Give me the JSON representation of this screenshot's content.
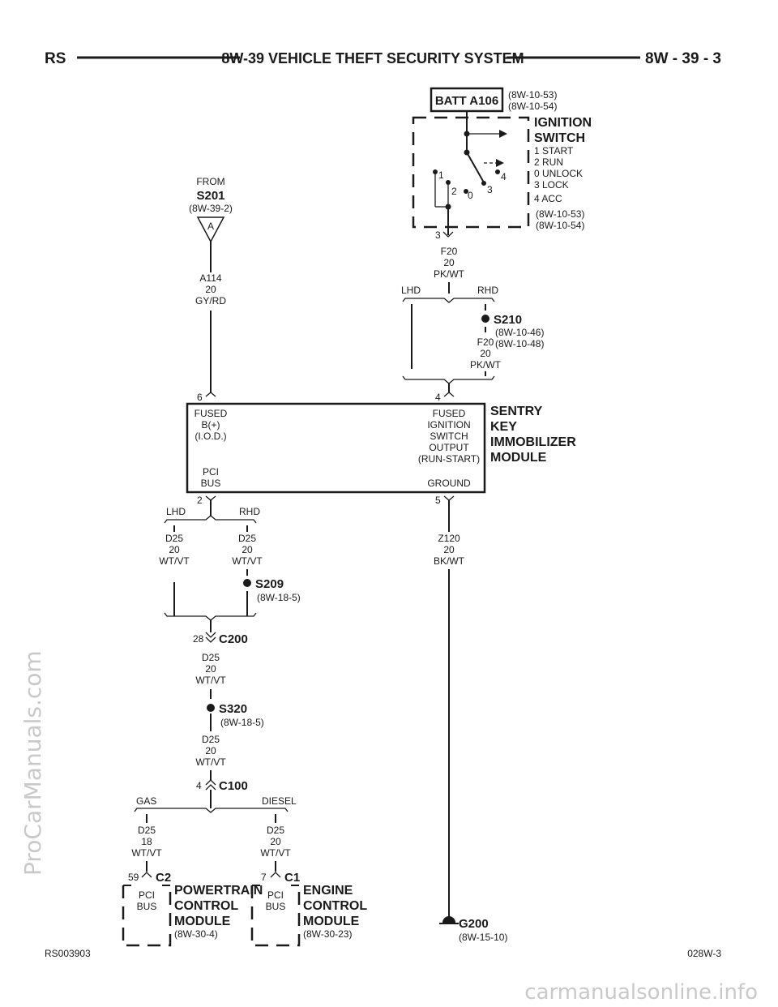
{
  "header": {
    "left": "RS",
    "title": "8W-39 VEHICLE THEFT SECURITY SYSTEM",
    "right": "8W - 39 - 3"
  },
  "watermarks": {
    "side": "ProCarManuals.com",
    "bottom": "carmanualsonline.info"
  },
  "footer": {
    "left": "RS003903",
    "right": "028W-3"
  },
  "batt": {
    "label": "BATT A106",
    "ref1": "(8W-10-53)",
    "ref2": "(8W-10-54)"
  },
  "ignition": {
    "title1": "IGNITION",
    "title2": "SWITCH",
    "positions": [
      "1 START",
      "2 RUN",
      "0 UNLOCK",
      "3 LOCK",
      "4 ACC"
    ],
    "ref1": "(8W-10-53)",
    "ref2": "(8W-10-54)",
    "pin": "3",
    "nums": {
      "n1": "1",
      "n2": "2",
      "n0": "0",
      "n3": "3",
      "n4": "4"
    }
  },
  "wire_f20_top": {
    "code": "F20",
    "gauge": "20",
    "color": "PK/WT"
  },
  "wire_f20_rhd": {
    "code": "F20",
    "gauge": "20",
    "color": "PK/WT"
  },
  "lhd": "LHD",
  "rhd": "RHD",
  "s210": {
    "name": "S210",
    "ref1": "(8W-10-46)",
    "ref2": "(8W-10-48)"
  },
  "from": {
    "label": "FROM",
    "splice": "S201",
    "ref": "(8W-39-2)",
    "conn": "A"
  },
  "wire_a114": {
    "code": "A114",
    "gauge": "20",
    "color": "GY/RD"
  },
  "module": {
    "name": [
      "SENTRY",
      "KEY",
      "IMMOBILIZER",
      "MODULE"
    ],
    "pin6": "6",
    "pin4": "4",
    "pin2": "2",
    "pin5": "5",
    "fused_bplus": [
      "FUSED",
      "B(+)",
      "(I.O.D.)"
    ],
    "fused_ign": [
      "FUSED",
      "IGNITION",
      "SWITCH",
      "OUTPUT",
      "(RUN-START)"
    ],
    "pci_bus": [
      "PCI",
      "BUS"
    ],
    "ground": "GROUND"
  },
  "wire_d25_lhd": {
    "code": "D25",
    "gauge": "20",
    "color": "WT/VT"
  },
  "wire_d25_rhd": {
    "code": "D25",
    "gauge": "20",
    "color": "WT/VT"
  },
  "s209": {
    "name": "S209",
    "ref": "(8W-18-5)"
  },
  "wire_z120": {
    "code": "Z120",
    "gauge": "20",
    "color": "BK/WT"
  },
  "c200": {
    "pin": "28",
    "name": "C200"
  },
  "wire_d25_mid1": {
    "code": "D25",
    "gauge": "20",
    "color": "WT/VT"
  },
  "s320": {
    "name": "S320",
    "ref": "(8W-18-5)"
  },
  "wire_d25_mid2": {
    "code": "D25",
    "gauge": "20",
    "color": "WT/VT"
  },
  "c100": {
    "pin": "4",
    "name": "C100"
  },
  "gas": "GAS",
  "diesel": "DIESEL",
  "wire_d25_gas": {
    "code": "D25",
    "gauge": "18",
    "color": "WT/VT"
  },
  "wire_d25_diesel": {
    "code": "D25",
    "gauge": "20",
    "color": "WT/VT"
  },
  "pcm": {
    "pin": "59",
    "conn": "C2",
    "bus": [
      "PCI",
      "BUS"
    ],
    "name": [
      "POWERTRAIN",
      "CONTROL",
      "MODULE"
    ],
    "ref": "(8W-30-4)"
  },
  "ecm": {
    "pin": "7",
    "conn": "C1",
    "bus": [
      "PCI",
      "BUS"
    ],
    "name": [
      "ENGINE",
      "CONTROL",
      "MODULE"
    ],
    "ref": "(8W-30-23)"
  },
  "g200": {
    "name": "G200",
    "ref": "(8W-15-10)"
  }
}
